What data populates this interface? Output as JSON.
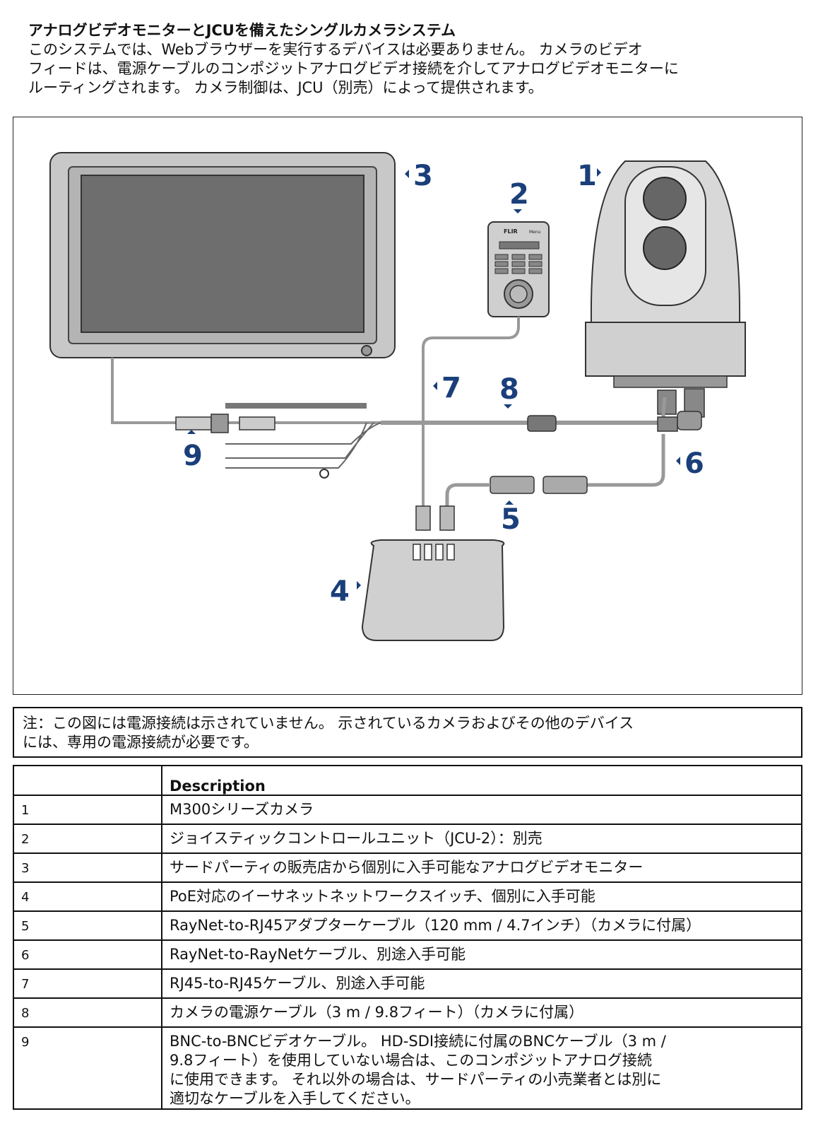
{
  "intro": {
    "title": "アナログビデオモニターとJCUを備えたシングルカメラシステム",
    "lines": [
      "このシステムでは、Webブラウザーを実行するデバイスは必要ありません。 カメラのビデオ",
      "フィードは、電源ケーブルのコンポジットアナログビデオ接続を介してアナログビデオモニターに",
      "ルーティングされます。 カメラ制御は、JCU（別売）によって提供されます。"
    ]
  },
  "figure": {
    "callouts": [
      "1",
      "2",
      "3",
      "4",
      "5",
      "6",
      "7",
      "8",
      "9"
    ],
    "jcu_brand": "FLIR",
    "jcu_menu": "Menu"
  },
  "note": {
    "lines": [
      "注：この図には電源接続は示されていません。 示されているカメラおよびその他のデバイス",
      "には、専用の電源接続が必要です。"
    ]
  },
  "table": {
    "header_num": "",
    "header_desc": "Description",
    "rows": [
      {
        "num": "1",
        "lines": [
          "M300シリーズカメラ"
        ]
      },
      {
        "num": "2",
        "lines": [
          "ジョイスティックコントロールユニット（JCU-2）：別売"
        ]
      },
      {
        "num": "3",
        "lines": [
          "サードパーティの販売店から個別に入手可能なアナログビデオモニター"
        ]
      },
      {
        "num": "4",
        "lines": [
          "PoE対応のイーサネットネットワークスイッチ、個別に入手可能"
        ]
      },
      {
        "num": "5",
        "lines": [
          "RayNet-to-RJ45アダプターケーブル（120 mm / 4.7インチ）（カメラに付属）"
        ]
      },
      {
        "num": "6",
        "lines": [
          "RayNet-to-RayNetケーブル、別途入手可能"
        ]
      },
      {
        "num": "7",
        "lines": [
          "RJ45-to-RJ45ケーブル、別途入手可能"
        ]
      },
      {
        "num": "8",
        "lines": [
          "カメラの電源ケーブル（3 m / 9.8フィート）（カメラに付属）"
        ]
      },
      {
        "num": "9",
        "lines": [
          "BNC-to-BNCビデオケーブル。 HD-SDI接続に付属のBNCケーブル（3 m /",
          "9.8フィート）を使用していない場合は、このコンポジットアナログ接続",
          "に使用できます。 それ以外の場合は、サードパーティの小売業者とは別に",
          "適切なケーブルを入手してください。"
        ]
      }
    ]
  }
}
